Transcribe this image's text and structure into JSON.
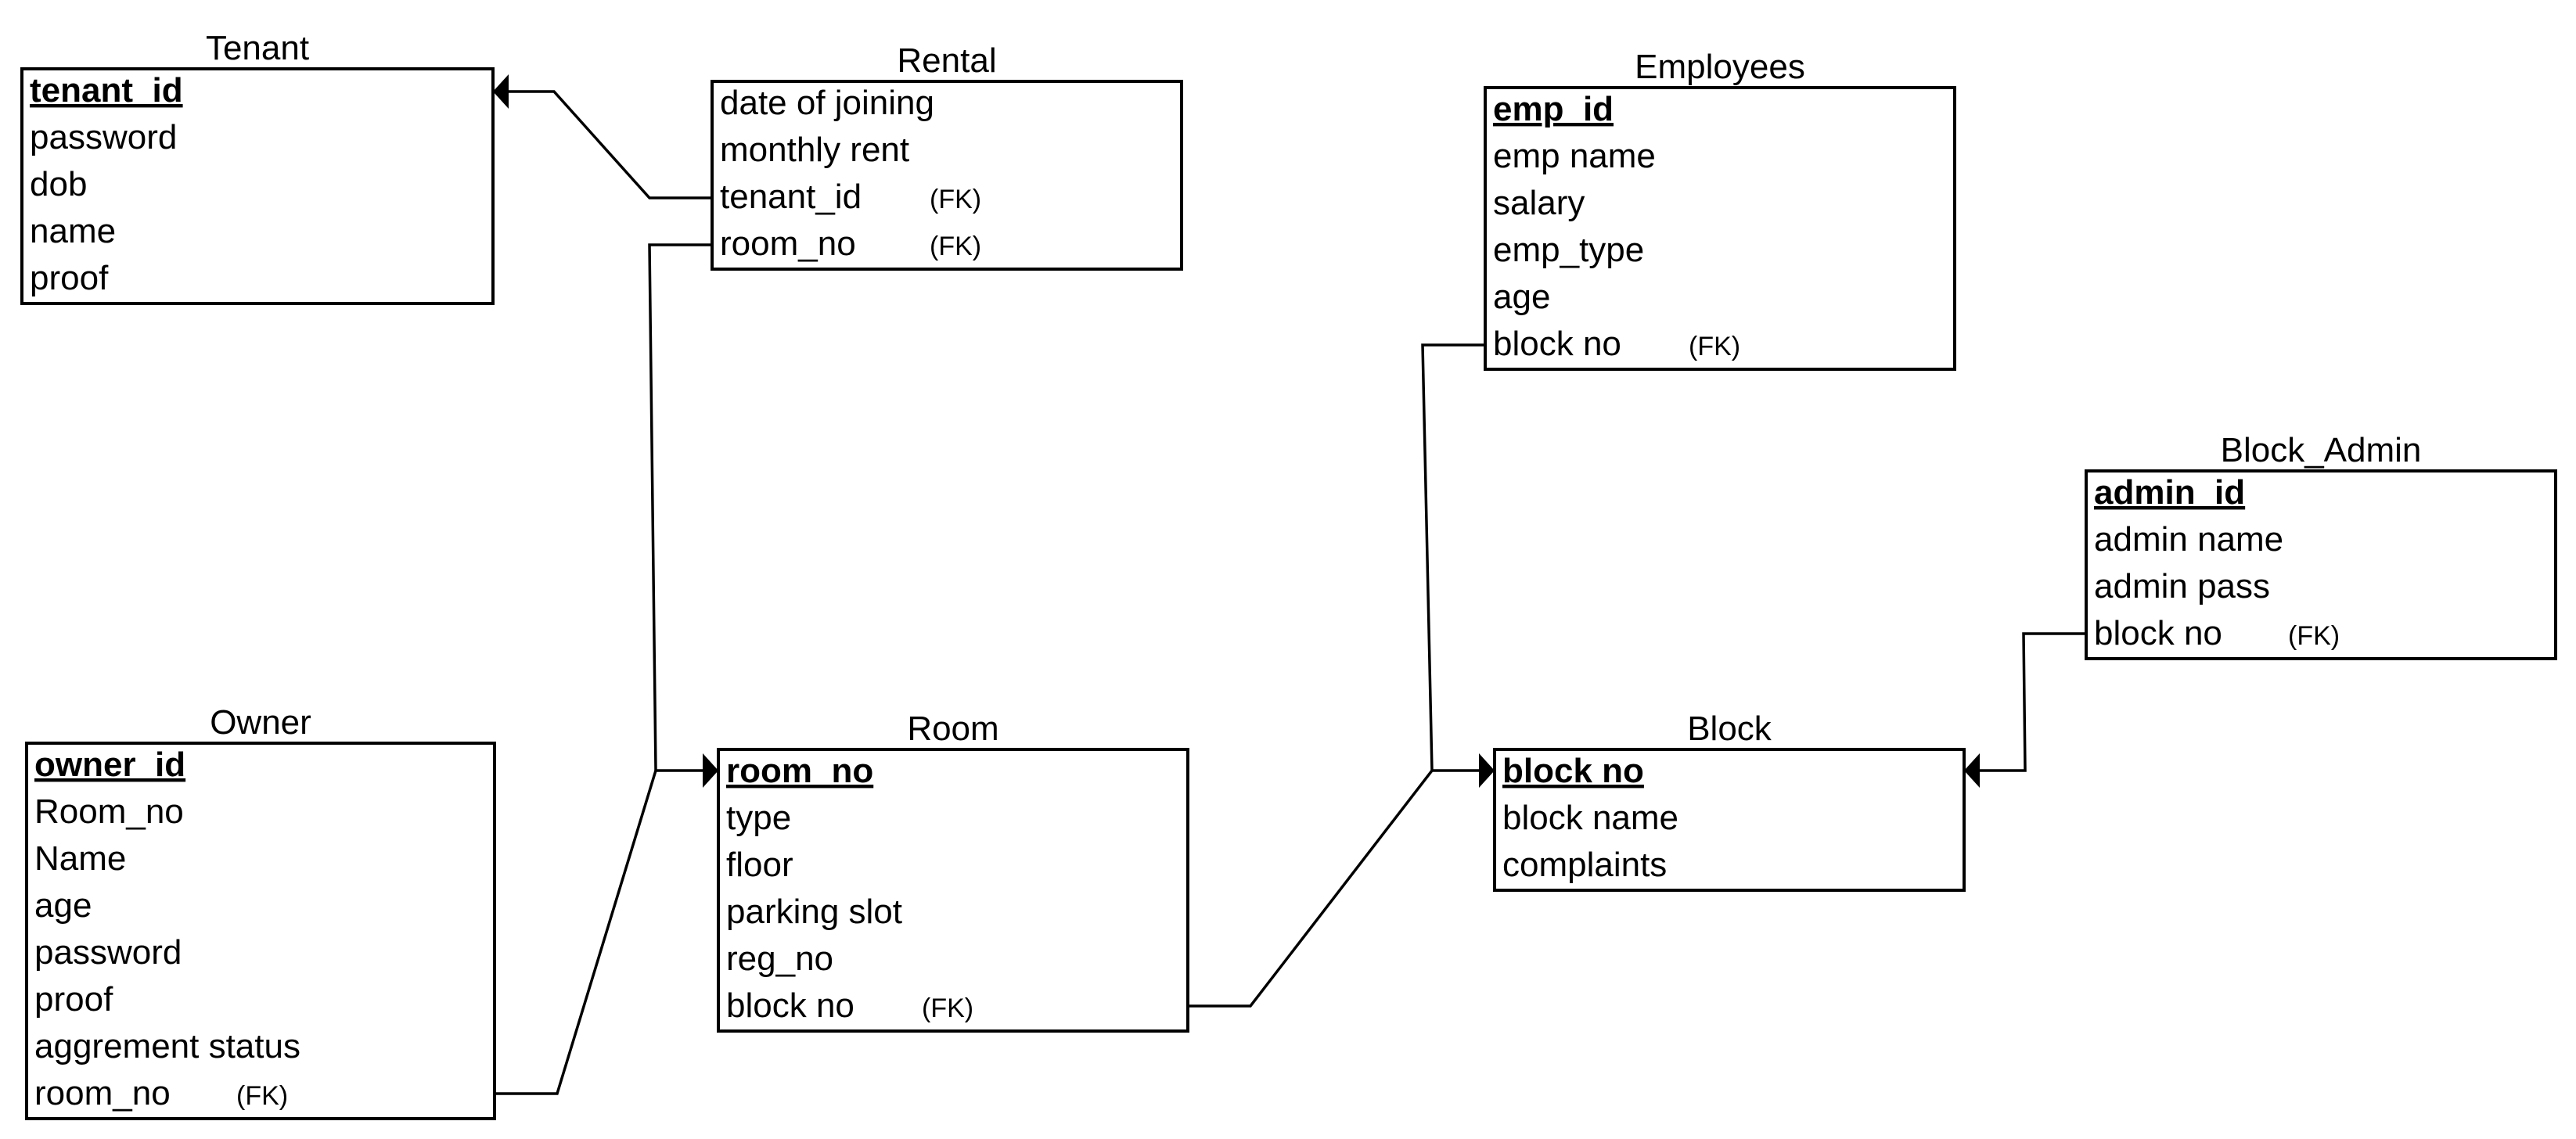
{
  "entities": [
    {
      "id": "tenant",
      "title": "Tenant",
      "fields": [
        {
          "label": "tenant_id",
          "pk": true
        },
        {
          "label": "password"
        },
        {
          "label": "dob"
        },
        {
          "label": "name"
        },
        {
          "label": "proof"
        }
      ]
    },
    {
      "id": "rental",
      "title": "Rental",
      "fields": [
        {
          "label": "date of joining"
        },
        {
          "label": "monthly rent"
        },
        {
          "label": "tenant_id",
          "fk": "(FK)"
        },
        {
          "label": "room_no",
          "fk": "(FK)"
        }
      ]
    },
    {
      "id": "employees",
      "title": "Employees",
      "fields": [
        {
          "label": "emp_id",
          "pk": true
        },
        {
          "label": "emp name"
        },
        {
          "label": "salary"
        },
        {
          "label": "emp_type"
        },
        {
          "label": "age"
        },
        {
          "label": "block no",
          "fk": "(FK)"
        }
      ]
    },
    {
      "id": "block_admin",
      "title": "Block_Admin",
      "fields": [
        {
          "label": "admin_id",
          "pk": true
        },
        {
          "label": "admin name"
        },
        {
          "label": "admin pass"
        },
        {
          "label": "block no",
          "fk": "(FK)"
        }
      ]
    },
    {
      "id": "owner",
      "title": "Owner",
      "fields": [
        {
          "label": "owner_id",
          "pk": true
        },
        {
          "label": "Room_no"
        },
        {
          "label": "Name"
        },
        {
          "label": "age"
        },
        {
          "label": "password"
        },
        {
          "label": "proof"
        },
        {
          "label": "aggrement status"
        },
        {
          "label": "room_no",
          "fk": "(FK)"
        }
      ]
    },
    {
      "id": "room",
      "title": "Room",
      "fields": [
        {
          "label": "room_no",
          "pk": true
        },
        {
          "label": "type"
        },
        {
          "label": "floor"
        },
        {
          "label": "parking slot"
        },
        {
          "label": "reg_no"
        },
        {
          "label": "block no",
          "fk": "(FK)"
        }
      ]
    },
    {
      "id": "block",
      "title": "Block",
      "fields": [
        {
          "label": "block no",
          "pk": true
        },
        {
          "label": "block name"
        },
        {
          "label": "complaints"
        }
      ]
    }
  ],
  "relationships": [
    {
      "from": "rental.tenant_id",
      "to": "tenant.tenant_id"
    },
    {
      "from": "rental.room_no",
      "to": "room.room_no"
    },
    {
      "from": "owner.room_no",
      "to": "room.room_no"
    },
    {
      "from": "room.block_no",
      "to": "block.block_no"
    },
    {
      "from": "employees.block_no",
      "to": "block.block_no"
    },
    {
      "from": "block_admin.block_no",
      "to": "block.block_no"
    }
  ]
}
